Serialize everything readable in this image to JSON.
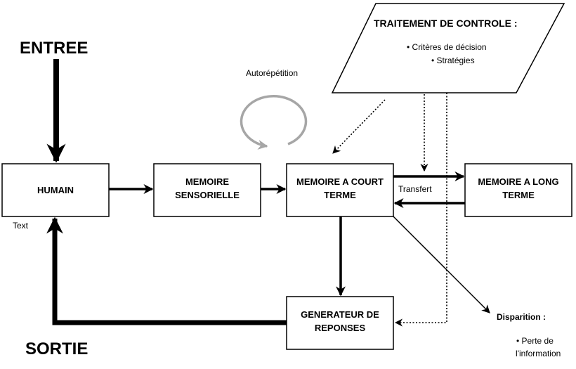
{
  "labels": {
    "entree": "ENTREE",
    "sortie": "SORTIE",
    "autorepetition": "Autorépétition",
    "transfert": "Transfert",
    "text": "Text"
  },
  "boxes": {
    "humain": [
      "HUMAIN"
    ],
    "memoire_sensorielle": [
      "MEMOIRE",
      "SENSORIELLE"
    ],
    "memoire_court_terme": [
      "MEMOIRE A COURT",
      "TERME"
    ],
    "memoire_long_terme": [
      "MEMOIRE A LONG",
      "TERME"
    ],
    "generateur": [
      "GENERATEUR DE",
      "REPONSES"
    ]
  },
  "controle": {
    "title": "TRAITEMENT DE CONTROLE :",
    "items": [
      "• Critères de décision",
      "• Stratégies"
    ]
  },
  "disparition": {
    "title": "Disparition :",
    "items": [
      "• Perte de",
      "l'information"
    ]
  },
  "colors": {
    "line": "#000000",
    "loop": "#a6a6a6",
    "dotted": "#555555"
  }
}
